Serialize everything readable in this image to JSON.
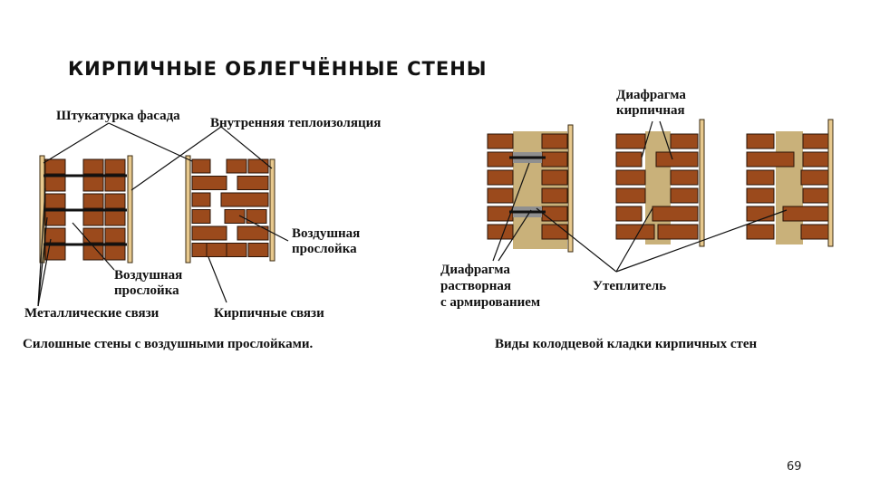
{
  "title": "КИРПИЧНЫЕ ОБЛЕГЧЁННЫЕ СТЕНЫ",
  "labels": {
    "facade_plaster": "Штукатурка фасада",
    "internal_insulation": "Внутренняя теплоизоляция",
    "air_layer_left": [
      "Воздушная",
      "прослойка"
    ],
    "air_layer_right": [
      "Воздушная",
      "прослойка"
    ],
    "metal_ties": "Металлические связи",
    "brick_ties": "Кирпичные связи",
    "brick_diaphragm": [
      "Диафрагма",
      "кирпичная"
    ],
    "mortar_diaphragm": [
      "Диафрагма",
      "растворная",
      "с армированием"
    ],
    "insulation": "Утеплитель"
  },
  "captions": {
    "left": "Силошные стены с воздушными прослойками.",
    "right": "Виды колодцевой кладки кирпичных стен"
  },
  "page_number": "69",
  "colors": {
    "brick": "#9b4a1c",
    "plaster": "#e8c98e",
    "insulation": "#c9b17a"
  }
}
